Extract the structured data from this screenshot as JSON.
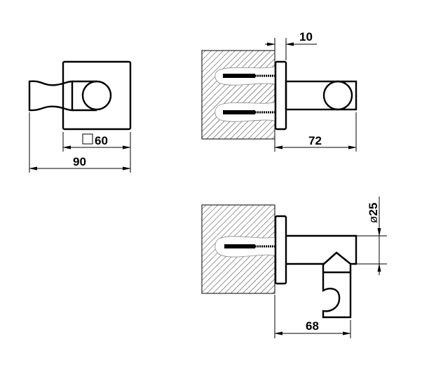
{
  "title": "Wall-mounted shower holder technical drawing",
  "front_view": {
    "square_dim": "60",
    "width_dim": "90"
  },
  "side_view": {
    "flange_dim": "10",
    "depth_dim": "72"
  },
  "section_view": {
    "diameter_dim": "25",
    "depth_dim": "68"
  },
  "colors": {
    "line": "#000000",
    "background": "#ffffff"
  }
}
